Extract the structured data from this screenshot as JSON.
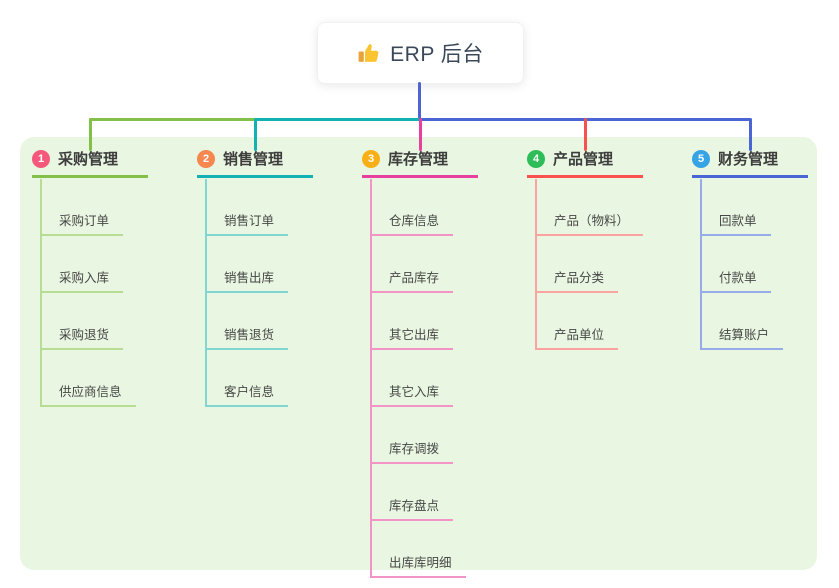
{
  "root": {
    "label": "ERP 后台",
    "icon": "thumbs-up"
  },
  "colors": {
    "root_line": "#4f63d2",
    "panel_bg": "#e9f6e1"
  },
  "branches": [
    {
      "badge": "1",
      "title": "采购管理",
      "line_color": "#82c04a",
      "child_line_color": "#b7dc94",
      "badge_color": "#f4597b",
      "children": [
        "采购订单",
        "采购入库",
        "采购退货",
        "供应商信息"
      ]
    },
    {
      "badge": "2",
      "title": "销售管理",
      "line_color": "#12b2b2",
      "child_line_color": "#82d6d2",
      "badge_color": "#f5874f",
      "children": [
        "销售订单",
        "销售出库",
        "销售退货",
        "客户信息"
      ]
    },
    {
      "badge": "3",
      "title": "库存管理",
      "line_color": "#e8409f",
      "child_line_color": "#f294c6",
      "badge_color": "#f9b016",
      "children": [
        "仓库信息",
        "产品库存",
        "其它出库",
        "其它入库",
        "库存调拨",
        "库存盘点",
        "出库库明细"
      ]
    },
    {
      "badge": "4",
      "title": "产品管理",
      "line_color": "#f8514e",
      "child_line_color": "#fba3a0",
      "badge_color": "#2ebd59",
      "children": [
        "产品（物料）",
        "产品分类",
        "产品单位"
      ]
    },
    {
      "badge": "5",
      "title": "财务管理",
      "line_color": "#4a65d5",
      "child_line_color": "#97abe8",
      "badge_color": "#35a3e4",
      "children": [
        "回款单",
        "付款单",
        "结算账户"
      ]
    }
  ]
}
